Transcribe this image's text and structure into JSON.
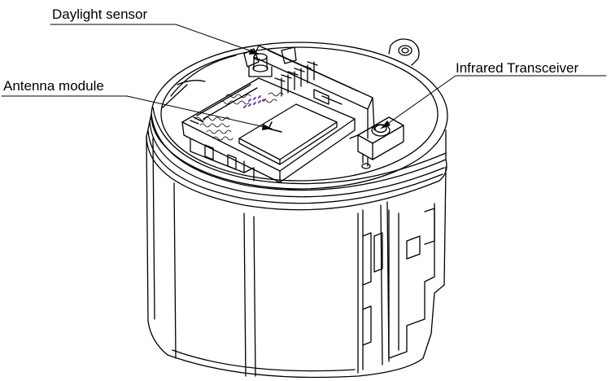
{
  "labels": {
    "daylight_sensor": "Daylight  sensor",
    "antenna_module": "Antenna module",
    "infrared_transceiver": "Infrared Transceiver"
  },
  "colors": {
    "line": "#000000",
    "background": "#ffffff",
    "pcb_marking": "#7a3db8"
  }
}
